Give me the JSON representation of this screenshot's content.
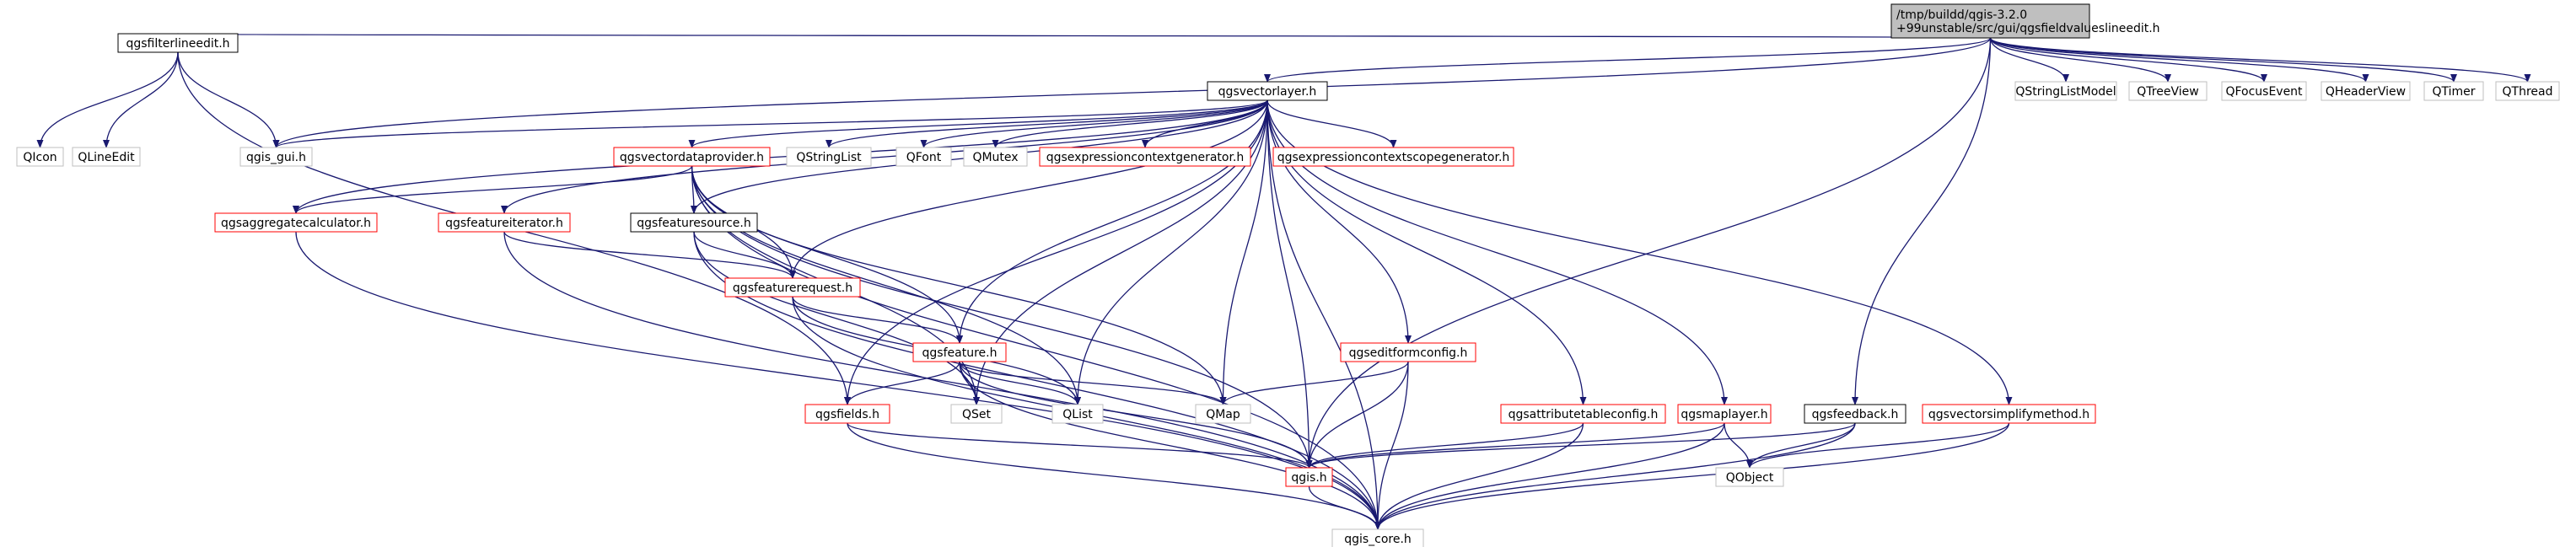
{
  "palette": {
    "edge": "#191970",
    "edge_gray": "#a8a8a8",
    "root_fill": "#bfbfbf",
    "root_stroke": "#000000",
    "plain_stroke": "#000000",
    "red_stroke": "#ff0000",
    "gray_stroke": "#bfbfbf",
    "text": "#000000"
  },
  "nodes": [
    {
      "id": "root",
      "lines": [
        "/tmp/buildd/qgis-3.2.0",
        "+99unstable/src/gui/qgsfieldvalueslineedit.h"
      ],
      "style": "root"
    },
    {
      "id": "qgsfilterlineedit",
      "lines": [
        "qgsfilterlineedit.h"
      ],
      "style": "plain"
    },
    {
      "id": "qgsvectorlayer",
      "lines": [
        "qgsvectorlayer.h"
      ],
      "style": "plain"
    },
    {
      "id": "QStringListModel",
      "lines": [
        "QStringListModel"
      ],
      "style": "gray"
    },
    {
      "id": "QTreeView",
      "lines": [
        "QTreeView"
      ],
      "style": "gray"
    },
    {
      "id": "QFocusEvent",
      "lines": [
        "QFocusEvent"
      ],
      "style": "gray"
    },
    {
      "id": "QHeaderView",
      "lines": [
        "QHeaderView"
      ],
      "style": "gray"
    },
    {
      "id": "QTimer",
      "lines": [
        "QTimer"
      ],
      "style": "gray"
    },
    {
      "id": "QThread",
      "lines": [
        "QThread"
      ],
      "style": "gray"
    },
    {
      "id": "QIcon",
      "lines": [
        "QIcon"
      ],
      "style": "gray"
    },
    {
      "id": "QLineEdit",
      "lines": [
        "QLineEdit"
      ],
      "style": "gray"
    },
    {
      "id": "qgis_gui",
      "lines": [
        "qgis_gui.h"
      ],
      "style": "gray"
    },
    {
      "id": "qgsvectordataprovider",
      "lines": [
        "qgsvectordataprovider.h"
      ],
      "style": "red"
    },
    {
      "id": "QStringList",
      "lines": [
        "QStringList"
      ],
      "style": "gray"
    },
    {
      "id": "QFont",
      "lines": [
        "QFont"
      ],
      "style": "gray"
    },
    {
      "id": "QMutex",
      "lines": [
        "QMutex"
      ],
      "style": "gray"
    },
    {
      "id": "qgsexpressioncontextgenerator",
      "lines": [
        "qgsexpressioncontextgenerator.h"
      ],
      "style": "red"
    },
    {
      "id": "qgsexpressioncontextscopegenerator",
      "lines": [
        "qgsexpressioncontextscopegenerator.h"
      ],
      "style": "red"
    },
    {
      "id": "qgsaggregatecalculator",
      "lines": [
        "qgsaggregatecalculator.h"
      ],
      "style": "red"
    },
    {
      "id": "qgsfeatureiterator",
      "lines": [
        "qgsfeatureiterator.h"
      ],
      "style": "red"
    },
    {
      "id": "qgsfeaturesource",
      "lines": [
        "qgsfeaturesource.h"
      ],
      "style": "plain"
    },
    {
      "id": "qgsfeaturerequest",
      "lines": [
        "qgsfeaturerequest.h"
      ],
      "style": "red"
    },
    {
      "id": "qgsfeature",
      "lines": [
        "qgsfeature.h"
      ],
      "style": "red"
    },
    {
      "id": "qgseditformconfig",
      "lines": [
        "qgseditformconfig.h"
      ],
      "style": "red"
    },
    {
      "id": "qgsfields",
      "lines": [
        "qgsfields.h"
      ],
      "style": "red"
    },
    {
      "id": "QSet",
      "lines": [
        "QSet"
      ],
      "style": "gray"
    },
    {
      "id": "QList",
      "lines": [
        "QList"
      ],
      "style": "gray"
    },
    {
      "id": "QMap",
      "lines": [
        "QMap"
      ],
      "style": "gray"
    },
    {
      "id": "qgsattributetableconfig",
      "lines": [
        "qgsattributetableconfig.h"
      ],
      "style": "red"
    },
    {
      "id": "qgsmaplayer",
      "lines": [
        "qgsmaplayer.h"
      ],
      "style": "red"
    },
    {
      "id": "qgsfeedback",
      "lines": [
        "qgsfeedback.h"
      ],
      "style": "plain"
    },
    {
      "id": "qgsvectorsimplifymethod",
      "lines": [
        "qgsvectorsimplifymethod.h"
      ],
      "style": "red"
    },
    {
      "id": "QObject",
      "lines": [
        "QObject"
      ],
      "style": "gray"
    },
    {
      "id": "qgis",
      "lines": [
        "qgis.h"
      ],
      "style": "red"
    },
    {
      "id": "qgis_core",
      "lines": [
        "qgis_core.h"
      ],
      "style": "gray"
    }
  ],
  "edges": [
    [
      "root",
      "qgsfilterlineedit"
    ],
    [
      "root",
      "qgsvectorlayer"
    ],
    [
      "root",
      "QStringListModel"
    ],
    [
      "root",
      "QTreeView"
    ],
    [
      "root",
      "QFocusEvent"
    ],
    [
      "root",
      "QHeaderView"
    ],
    [
      "root",
      "QTimer"
    ],
    [
      "root",
      "QThread"
    ],
    [
      "root",
      "qgis_gui"
    ],
    [
      "root",
      "qgis"
    ],
    [
      "root",
      "qgsfeedback"
    ],
    [
      "qgsfilterlineedit",
      "QIcon"
    ],
    [
      "qgsfilterlineedit",
      "QLineEdit"
    ],
    [
      "qgsfilterlineedit",
      "qgis_gui"
    ],
    [
      "qgsfilterlineedit",
      "qgsfields"
    ],
    [
      "qgsvectorlayer",
      "qgis_gui"
    ],
    [
      "qgsvectorlayer",
      "qgsvectordataprovider"
    ],
    [
      "qgsvectorlayer",
      "QStringList"
    ],
    [
      "qgsvectorlayer",
      "QFont"
    ],
    [
      "qgsvectorlayer",
      "QMutex"
    ],
    [
      "qgsvectorlayer",
      "qgsexpressioncontextgenerator"
    ],
    [
      "qgsvectorlayer",
      "qgsexpressioncontextscopegenerator"
    ],
    [
      "qgsvectorlayer",
      "qgsaggregatecalculator"
    ],
    [
      "qgsvectorlayer",
      "qgsfeatureiterator"
    ],
    [
      "qgsvectorlayer",
      "qgsfeaturesource"
    ],
    [
      "qgsvectorlayer",
      "qgsfeaturerequest"
    ],
    [
      "qgsvectorlayer",
      "qgsfeature"
    ],
    [
      "qgsvectorlayer",
      "qgsfields"
    ],
    [
      "qgsvectorlayer",
      "QSet"
    ],
    [
      "qgsvectorlayer",
      "QList"
    ],
    [
      "qgsvectorlayer",
      "QMap"
    ],
    [
      "qgsvectorlayer",
      "qgseditformconfig"
    ],
    [
      "qgsvectorlayer",
      "qgsattributetableconfig"
    ],
    [
      "qgsvectorlayer",
      "qgsmaplayer"
    ],
    [
      "qgsvectorlayer",
      "qgsvectorsimplifymethod"
    ],
    [
      "qgsvectorlayer",
      "qgis"
    ],
    [
      "qgsvectorlayer",
      "qgis_core"
    ],
    [
      "qgsvectordataprovider",
      "qgsaggregatecalculator"
    ],
    [
      "qgsvectordataprovider",
      "qgsfeaturesource"
    ],
    [
      "qgsvectordataprovider",
      "qgsfeaturerequest"
    ],
    [
      "qgsvectordataprovider",
      "qgsfeature"
    ],
    [
      "qgsvectordataprovider",
      "QSet"
    ],
    [
      "qgsvectordataprovider",
      "QList"
    ],
    [
      "qgsvectordataprovider",
      "QMap"
    ],
    [
      "qgsvectordataprovider",
      "qgis"
    ],
    [
      "qgsvectordataprovider",
      "qgis_core"
    ],
    [
      "qgsaggregatecalculator",
      "qgis_core"
    ],
    [
      "qgsfeatureiterator",
      "qgsfeaturerequest"
    ],
    [
      "qgsfeatureiterator",
      "qgis_core"
    ],
    [
      "qgsfeaturesource",
      "qgsfeaturerequest"
    ],
    [
      "qgsfeaturesource",
      "QSet"
    ],
    [
      "qgsfeaturesource",
      "qgis_core"
    ],
    [
      "qgsfeaturerequest",
      "qgsfeature"
    ],
    [
      "qgsfeaturerequest",
      "QList"
    ],
    [
      "qgsfeaturerequest",
      "qgis_core"
    ],
    [
      "qgsfeature",
      "qgsfields"
    ],
    [
      "qgsfeature",
      "QSet"
    ],
    [
      "qgsfeature",
      "QList"
    ],
    [
      "qgsfeature",
      "QMap"
    ],
    [
      "qgsfeature",
      "qgis"
    ],
    [
      "qgsfeature",
      "qgis_core"
    ],
    [
      "qgsfields",
      "qgis"
    ],
    [
      "qgsfields",
      "qgis_core"
    ],
    [
      "qgseditformconfig",
      "QMap"
    ],
    [
      "qgseditformconfig",
      "qgis"
    ],
    [
      "qgseditformconfig",
      "qgis_core"
    ],
    [
      "qgsattributetableconfig",
      "qgis"
    ],
    [
      "qgsattributetableconfig",
      "qgis_core"
    ],
    [
      "qgsmaplayer",
      "qgis"
    ],
    [
      "qgsmaplayer",
      "QObject"
    ],
    [
      "qgsmaplayer",
      "qgis_core"
    ],
    [
      "qgsfeedback",
      "qgis"
    ],
    [
      "qgsfeedback",
      "QObject"
    ],
    [
      "qgsfeedback",
      "qgis_core"
    ],
    [
      "qgsvectorsimplifymethod",
      "QObject"
    ],
    [
      "qgsvectorsimplifymethod",
      "qgis_core"
    ],
    [
      "qgis",
      "qgis_core"
    ]
  ]
}
